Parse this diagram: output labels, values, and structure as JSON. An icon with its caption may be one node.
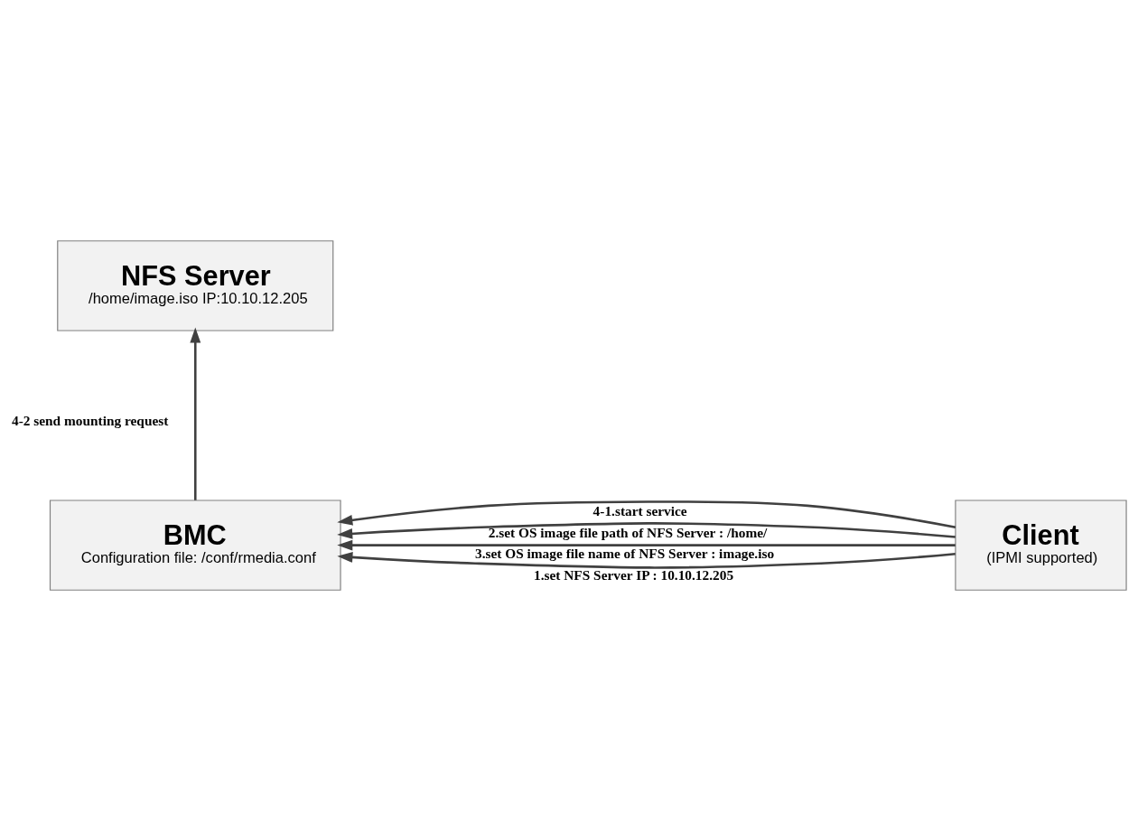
{
  "diagram": {
    "nodes": [
      {
        "text": [
          "NFS Server",
          "/home/image.iso IP:10.10.12.205"
        ]
      },
      {
        "text": [
          "BMC",
          "Configuration file: /conf/rmedia.conf"
        ]
      },
      {
        "text": [
          "Client",
          "(IPMI supported)"
        ]
      }
    ],
    "edges": [
      {
        "from": 1,
        "to": 0,
        "arrow": "to",
        "label": "4-2 send mounting request"
      },
      {
        "from": 2,
        "to": 1,
        "arrow": "to",
        "label": "1.set NFS Server IP : 10.10.12.205"
      },
      {
        "from": 2,
        "to": 1,
        "arrow": "to",
        "label": "2.set OS image file path of NFS Server : /home/"
      },
      {
        "from": 2,
        "to": 1,
        "arrow": "to",
        "label": "3.set OS image file name of NFS Server : image.iso"
      },
      {
        "from": 2,
        "to": 1,
        "arrow": "to",
        "label": "4-1.start service"
      }
    ]
  }
}
